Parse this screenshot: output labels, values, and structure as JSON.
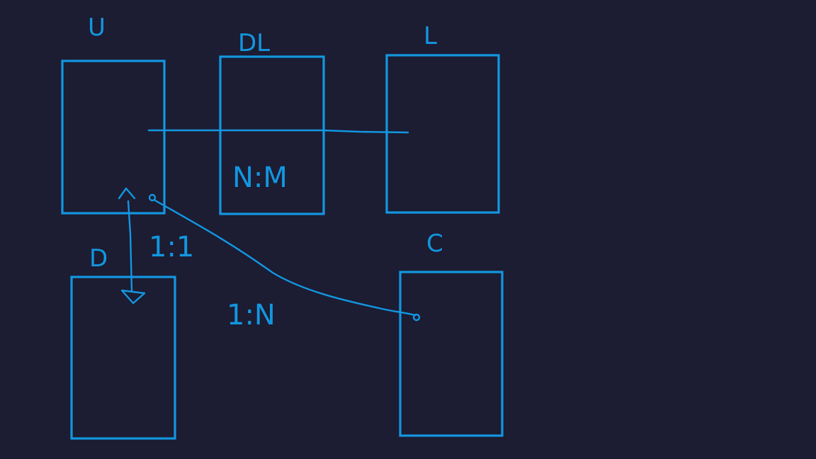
{
  "colors": {
    "background": "#1c1c33",
    "stroke": "#1297e0"
  },
  "entities": [
    {
      "id": "u",
      "label": "U"
    },
    {
      "id": "dl",
      "label": "DL"
    },
    {
      "id": "l",
      "label": "L"
    },
    {
      "id": "d",
      "label": "D"
    },
    {
      "id": "c",
      "label": "C"
    }
  ],
  "relations": {
    "u_l_via_dl": "N:M",
    "u_d": "1:1",
    "u_c": "1:N"
  }
}
